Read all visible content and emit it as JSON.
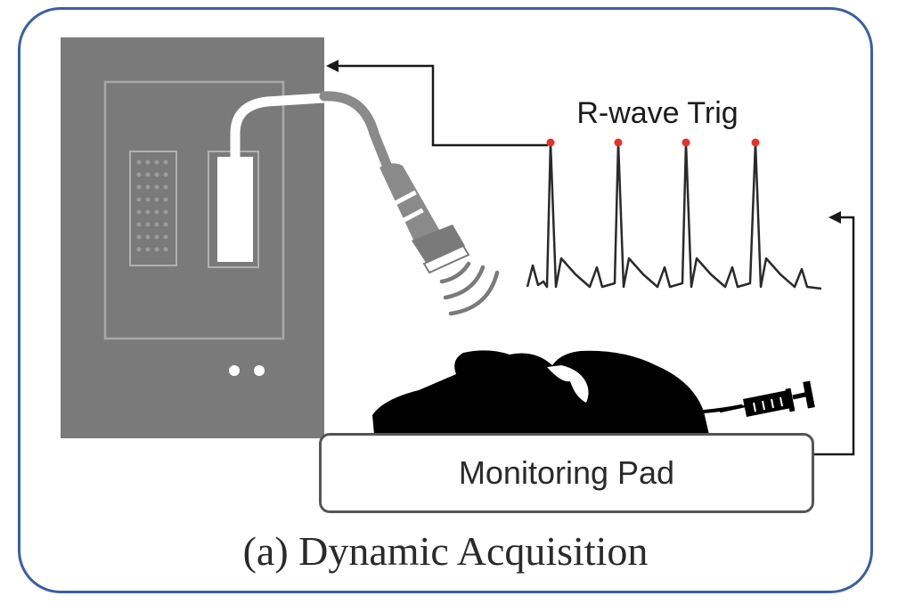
{
  "diagram": {
    "signal_label": "R-wave Trig",
    "pad_label": "Monitoring Pad",
    "caption": "(a) Dynamic Acquisition",
    "r_peak_count": 4
  },
  "colors": {
    "frame_border": "#3a5ea8",
    "scanner_body": "#7a7a7a",
    "r_peak_marker": "#e8302a",
    "silhouette": "#000000"
  },
  "icons": [
    "ultrasound-scanner-icon",
    "ultrasound-probe-icon",
    "ecg-waveform-icon",
    "mouse-silhouette-icon",
    "syringe-icon"
  ]
}
